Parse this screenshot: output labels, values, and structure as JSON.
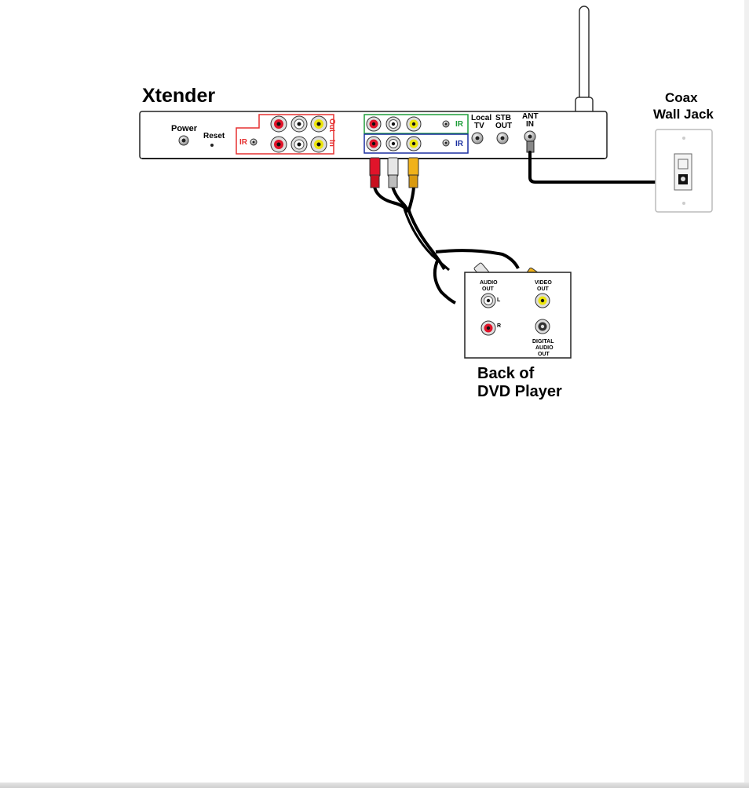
{
  "labels": {
    "xtender": "Xtender",
    "power": "Power",
    "reset": "Reset",
    "ir_left": "IR",
    "out": "Out",
    "in": "In",
    "ir_green": "IR",
    "ir_blue": "IR",
    "local": "Local",
    "tv": "TV",
    "stb": "STB",
    "out2": "OUT",
    "ant": "ANT",
    "in2": "IN",
    "coax_1": "Coax",
    "coax_2": "Wall Jack",
    "audio": "AUDIO",
    "audio_out": "OUT",
    "l": "L",
    "r": "R",
    "video": "VIDEO",
    "video_out": "OUT",
    "digital": "DIGITAL",
    "digital_audio": "AUDIO",
    "digital_out": "OUT",
    "dvd_1": "Back of",
    "dvd_2": "DVD Player"
  },
  "colors": {
    "red_jack": "#e0142a",
    "white_jack": "#ffffff",
    "yellow_jack": "#ece50e",
    "red_box": "#e53030",
    "green_box": "#1e9e3a",
    "blue_box": "#1a2fa0",
    "cable": "#000000"
  }
}
